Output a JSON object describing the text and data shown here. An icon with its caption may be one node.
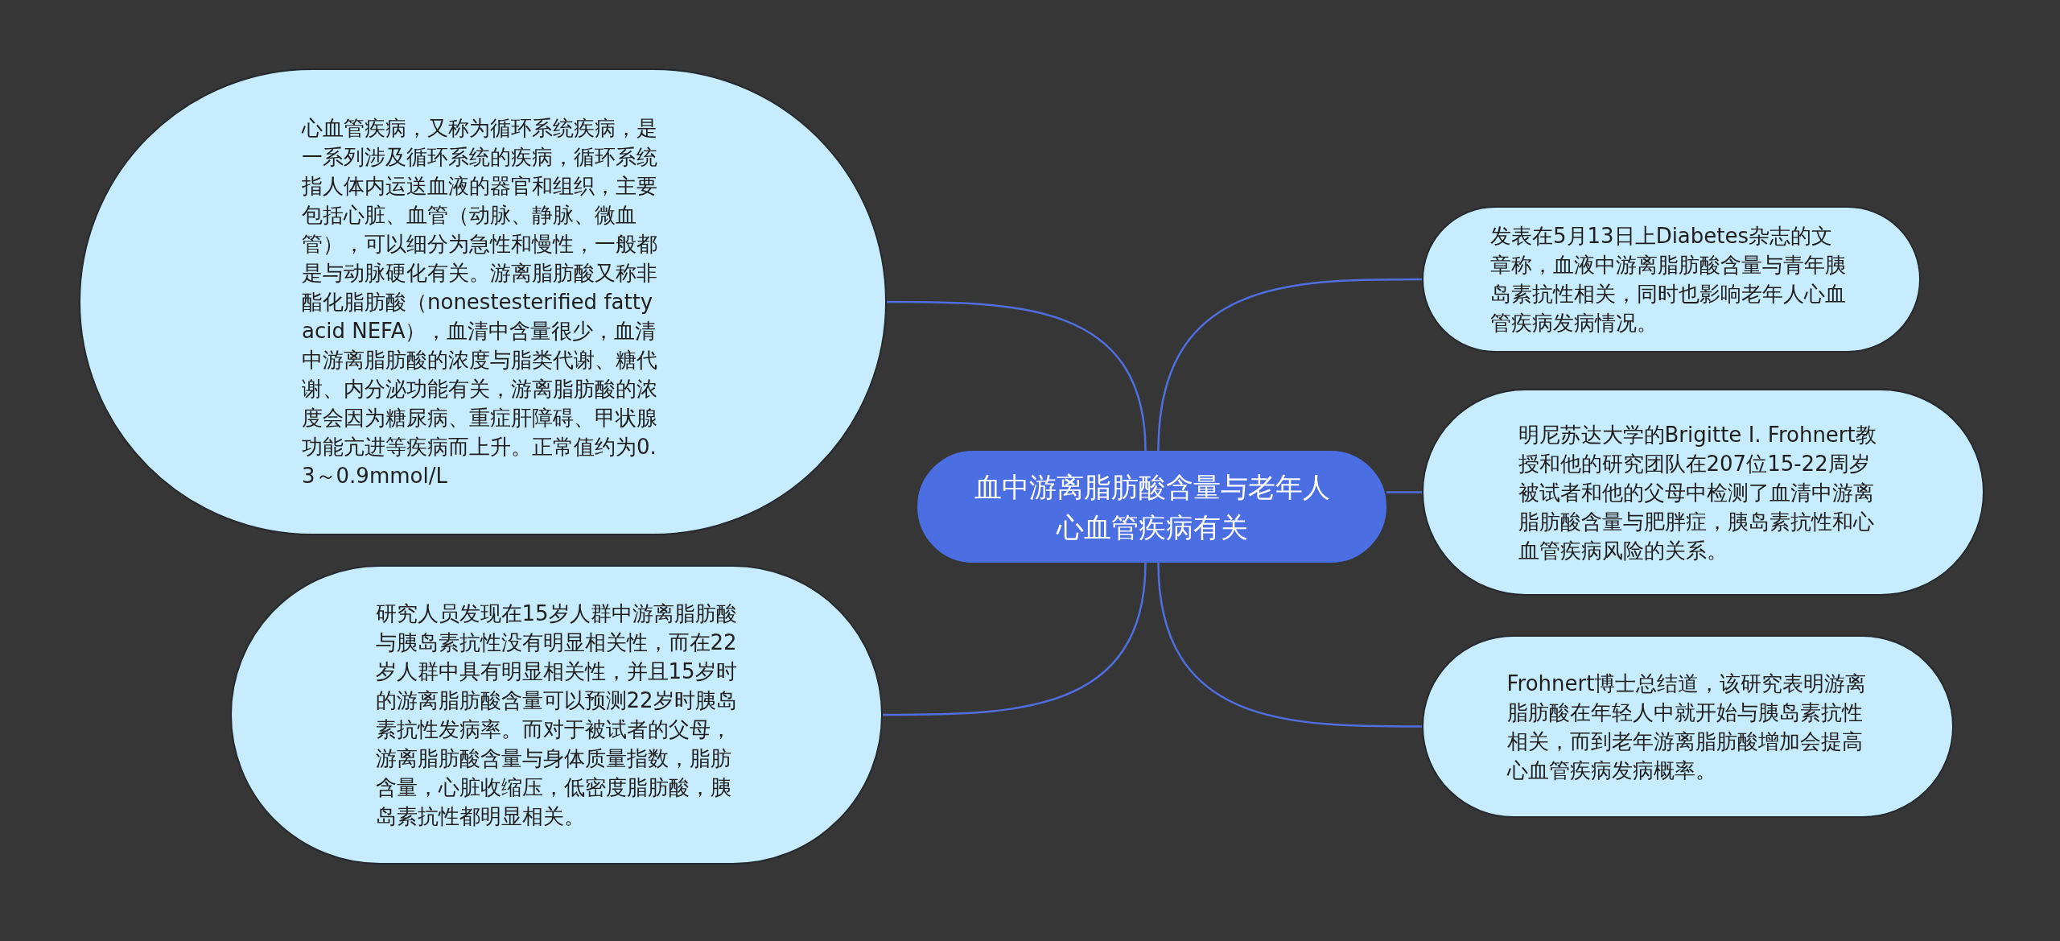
{
  "diagram": {
    "nodes": [
      {
        "text": [
          "血中游离脂肪酸含量与老年人心血管疾病有关"
        ]
      },
      {
        "text": [
          "心血管疾病，又称为循环系统疾病，是一系列涉及循环系统的疾病，循环系统指人体内运送血液的器官和组织，主要包括心脏、血管（动脉、静脉、微血管），可以细分为急性和慢性，一般都是与动脉硬化有关。游离脂肪酸又称非酯化脂肪酸（nonestesterified fatty acid NEFA），血清中含量很少，血清中游离脂肪酸的浓度与脂类代谢、糖代谢、内分泌功能有关，游离脂肪酸的浓度会因为糖尿病、重症肝障碍、甲状腺功能亢进等疾病而上升。正常值约为0.3～0.9mmol/L"
        ]
      },
      {
        "text": [
          "研究人员发现在15岁人群中游离脂肪酸与胰岛素抗性没有明显相关性，而在22岁人群中具有明显相关性，并且15岁时的游离脂肪酸含量可以预测22岁时胰岛素抗性发病率。而对于被试者的父母，游离脂肪酸含量与身体质量指数，脂肪含量，心脏收缩压，低密度脂肪酸，胰岛素抗性都明显相关。"
        ]
      },
      {
        "text": [
          "发表在5月13日上Diabetes杂志的文章称，血液中游离脂肪酸含量与青年胰岛素抗性相关，同时也影响老年人心血管疾病发病情况。"
        ]
      },
      {
        "text": [
          "明尼苏达大学的Brigitte I. Frohnert教授和他的研究团队在207位15-22周岁被试者和他的父母中检测了血清中游离脂肪酸含量与肥胖症，胰岛素抗性和心血管疾病风险的关系。"
        ]
      },
      {
        "text": [
          "Frohnert博士总结道，该研究表明游离脂肪酸在年轻人中就开始与胰岛素抗性相关，而到老年游离脂肪酸增加会提高心血管疾病发病概率。"
        ]
      }
    ],
    "edges": [
      {
        "from": 0,
        "to": 1,
        "arrow": "none"
      },
      {
        "from": 0,
        "to": 2,
        "arrow": "none"
      },
      {
        "from": 0,
        "to": 3,
        "arrow": "none"
      },
      {
        "from": 0,
        "to": 4,
        "arrow": "none"
      },
      {
        "from": 0,
        "to": 5,
        "arrow": "none"
      }
    ]
  }
}
